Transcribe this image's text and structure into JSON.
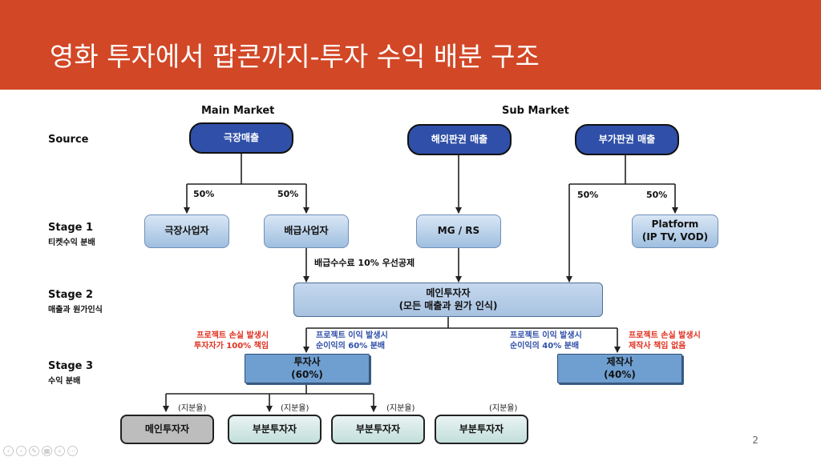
{
  "title": "영화 투자에서 팝콘까지-투자 수익 배분 구조",
  "markets": {
    "main": "Main Market",
    "sub": "Sub Market"
  },
  "stages": {
    "source": "Source",
    "stage1": "Stage 1",
    "stage1_sub": "티켓수익 분배",
    "stage2": "Stage 2",
    "stage2_sub": "매출과 원가인식",
    "stage3": "Stage 3",
    "stage3_sub": "수익 분배"
  },
  "sources": {
    "theater": "극장매출",
    "overseas": "해외판권 매출",
    "ancillary": "부가판권 매출"
  },
  "stage1_boxes": {
    "theater_biz": "극장사업자",
    "distributor": "배급사업자",
    "mgrs": "MG / RS",
    "platform_line1": "Platform",
    "platform_line2": "(IP TV, VOD)"
  },
  "percents": {
    "a": "50%",
    "b": "50%",
    "c": "50%",
    "d": "50%"
  },
  "fee_note": "배급수수료 10% 우선공제",
  "main_investor": {
    "line1": "메인투자자",
    "line2": "(모든 매출과 원가 인식)"
  },
  "notes": {
    "loss_investor_1": "프로젝트 손실 발생시",
    "loss_investor_2": "투자자가 100% 책임",
    "profit_investor_1": "프로젝트 이익 발생시",
    "profit_investor_2": "순이익의 60% 분배",
    "profit_producer_1": "프로젝트 이익 발생시",
    "profit_producer_2": "순이익의 40% 분배",
    "loss_producer_1": "프로젝트 손실 발생시",
    "loss_producer_2": "제작사 책임 없음"
  },
  "investor_box": {
    "line1": "투자사",
    "line2": "(60%)"
  },
  "producer_box": {
    "line1": "제작사",
    "line2": "(40%)"
  },
  "share_label": "(지분율)",
  "bottom": {
    "main_investor": "메인투자자",
    "partial1": "부분투자자",
    "partial2": "부분투자자",
    "partial3": "부분투자자"
  },
  "page_number": "2",
  "colors": {
    "title_bar": "#d24726",
    "source_box": "#2f4fa8",
    "red_note": "#e03020",
    "blue_note": "#2f4fa8"
  }
}
